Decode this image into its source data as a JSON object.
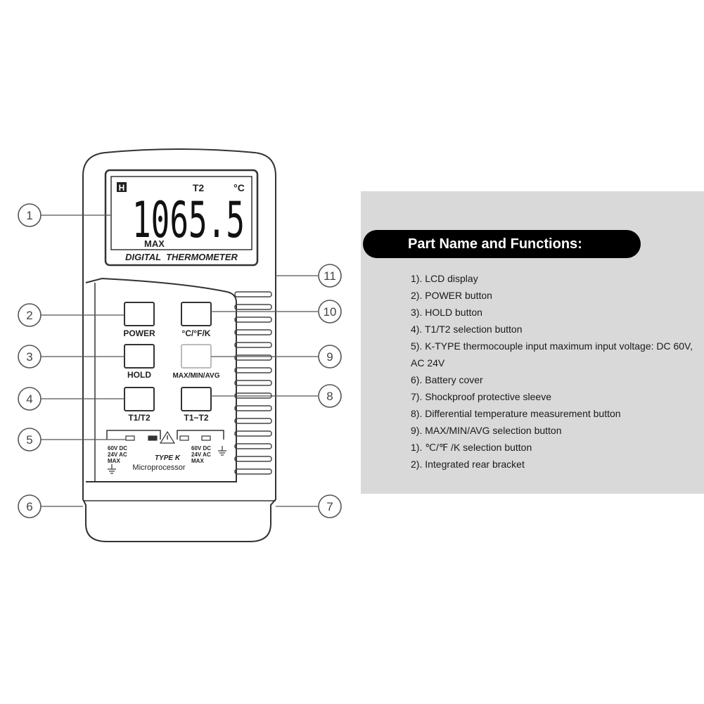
{
  "device": {
    "lcd": {
      "hold_flag": "H",
      "channel": "T2",
      "unit": "°C",
      "reading": "1065.5",
      "mode": "MAX"
    },
    "brand_label": "DIGITAL  THERMOMETER",
    "buttons": {
      "power": "POWER",
      "unit_select": "°C/°F/K",
      "hold": "HOLD",
      "max_min_avg": "MAX/MIN/AVG",
      "t1_t2": "T1/T2",
      "t1_minus_t2": "T1−T2"
    },
    "input_panel": {
      "left_rating": [
        "60V DC",
        "24V AC",
        "MAX"
      ],
      "right_rating": [
        "60V DC",
        "24V AC",
        "MAX"
      ],
      "type_label": "TYPE K",
      "footer": "Microprocessor",
      "warning_icon": "warning-triangle-icon",
      "ground_icon": "ground-icon"
    }
  },
  "callouts": [
    "1",
    "2",
    "3",
    "4",
    "5",
    "6",
    "7",
    "8",
    "9",
    "10",
    "11"
  ],
  "functions_panel": {
    "title": "Part Name and Functions:",
    "items": [
      "1). LCD display",
      "2). POWER button",
      "3). HOLD button",
      "4). T1/T2 selection button",
      "5). K-TYPE thermocouple input maximum input voltage: DC 60V,",
      "AC 24V",
      "6). Battery cover",
      "7). Shockproof  protective sleeve",
      "8). Differential temperature measurement button",
      "9). MAX/MIN/AVG selection button",
      "1). ℃/℉ /K selection button",
      "2). Integrated rear bracket"
    ]
  },
  "colors": {
    "outline": "#333333",
    "panel_bg": "#d9d9d9",
    "title_bg": "#000000",
    "title_text": "#ffffff"
  }
}
